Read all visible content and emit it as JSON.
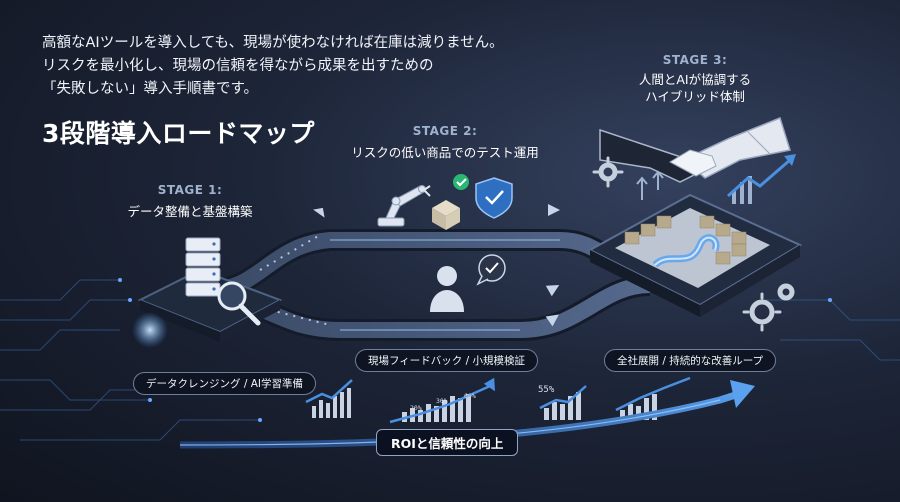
{
  "intro": {
    "line1": "高額なAIツールを導入しても、現場が使わなければ在庫は減りません。",
    "line2": "リスクを最小化し、現場の信頼を得ながら成果を出すための",
    "line3": "「失敗しない」導入手順書です。"
  },
  "title": "3段階導入ロードマップ",
  "stages": [
    {
      "label": "STAGE 1:",
      "desc": "データ整備と基盤構築",
      "step": "データクレンジング / AI学習準備"
    },
    {
      "label": "STAGE 2:",
      "desc": "リスクの低い商品でのテスト運用",
      "step": "現場フィードバック / 小規模検証"
    },
    {
      "label": "STAGE 3:",
      "desc_line1": "人間とAIが協調する",
      "desc_line2": "ハイブリッド体制",
      "step": "全社展開 / 持続的な改善ループ"
    }
  ],
  "chart_labels": {
    "p20": "20%",
    "p30": "30%",
    "p60": "60%",
    "p55": "55%"
  },
  "outcome": "ROIと信頼性の向上",
  "icons": [
    "server-icon",
    "magnifier-icon",
    "robot-arm-icon",
    "box-icon",
    "check-icon",
    "shield-check-icon",
    "person-icon",
    "chat-check-icon",
    "handshake-icon",
    "gear-icon",
    "warehouse-icon",
    "growth-arrow-icon"
  ],
  "colors": {
    "accent": "#4a8fe0",
    "background": "#1d2538",
    "platform": "#2a3346",
    "glow": "#7fb8ff"
  }
}
